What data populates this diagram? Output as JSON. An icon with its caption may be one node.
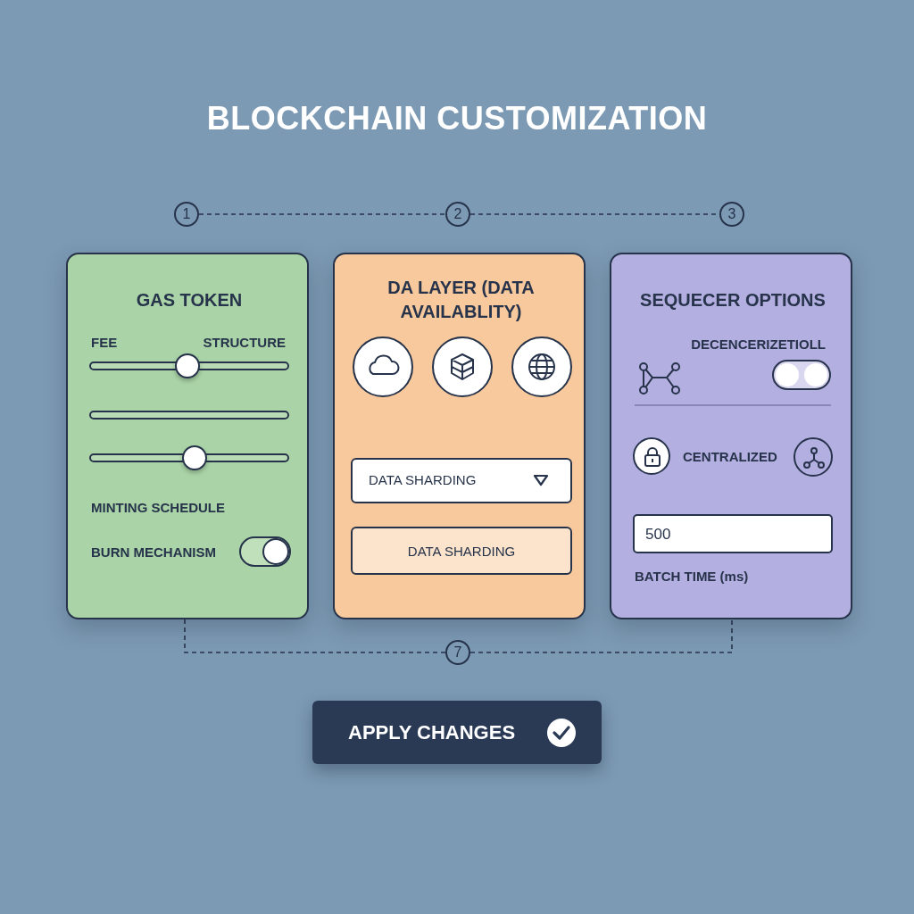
{
  "diagram": {
    "title": "BLOCKCHAIN CUSTOMIZATION",
    "nodes": [
      {
        "text": [
          "1"
        ]
      },
      {
        "text": [
          "2"
        ]
      },
      {
        "text": [
          "3"
        ]
      },
      {
        "text": [
          "GAS TOKEN",
          "FEE",
          "STRUCTURE",
          "MINTING SCHEDULE",
          "BURN MECHANISM"
        ]
      },
      {
        "text": [
          "DA LAYER (DATA AVAILABLITY)"
        ]
      },
      {
        "text": [
          "DATA SHARDING"
        ],
        "in": 4
      },
      {
        "text": [
          "DATA SHARDING"
        ],
        "in": 4
      },
      {
        "text": [
          "SEQUECER OPTIONS",
          "DECENCERIZETIOLL",
          "CENTRALIZED",
          "BATCH TIME (ms)"
        ]
      },
      {
        "text": [
          "500"
        ],
        "in": 7
      },
      {
        "text": [
          "7"
        ]
      },
      {
        "text": [
          "APPLY CHANGES"
        ]
      }
    ],
    "edges": [
      {
        "from": 0,
        "to": 1,
        "arrow": "none",
        "style": "dashed"
      },
      {
        "from": 1,
        "to": 2,
        "arrow": "none",
        "style": "dashed"
      },
      {
        "from": 9,
        "to": 3,
        "arrow": "none",
        "style": "dashed"
      },
      {
        "from": 9,
        "to": 7,
        "arrow": "none",
        "style": "dashed"
      }
    ]
  }
}
